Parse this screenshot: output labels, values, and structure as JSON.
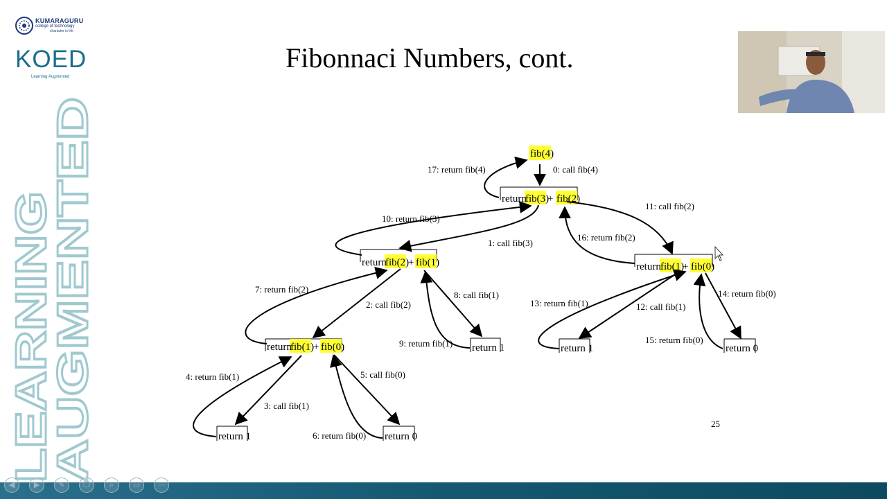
{
  "branding": {
    "org_name": "KUMARAGURU",
    "org_sub": "college of technology",
    "org_tagline": "character is life",
    "program_logo": "KOED",
    "program_tagline": "Learning Augmented",
    "vertical_text_1": "LEARNING",
    "vertical_text_2": "AUGMENTED",
    "accent_color": "#1b6e8c"
  },
  "slide": {
    "title": "Fibonnaci Numbers, cont.",
    "page_number": "25"
  },
  "diagram": {
    "highlight_color": "#ffff33",
    "nodes": {
      "root": "fib(4)",
      "n_root_ret": "return",
      "n_root_a": "fib(3)",
      "n_root_plus": "+",
      "n_root_b": "fib(2)",
      "n_l_ret": "return",
      "n_l_a": "fib(2)",
      "n_l_plus": "+",
      "n_l_b": "fib(1)",
      "n_r_ret": "return",
      "n_r_a": "fib(1)",
      "n_r_plus": "+",
      "n_r_b": "fib(0)",
      "n_ll_ret": "return",
      "n_ll_a": "fib(1)",
      "n_ll_plus": "+",
      "n_ll_b": "fib(0)",
      "leaf_lll": "return 1",
      "leaf_llr": "return 0",
      "leaf_lr": "return 1",
      "leaf_rl": "return 1",
      "leaf_rr": "return 0"
    },
    "edge_labels": {
      "e0": "0: call fib(4)",
      "e1": "1: call fib(3)",
      "e2": "2: call fib(2)",
      "e3": "3: call fib(1)",
      "e4": "4: return fib(1)",
      "e5": "5: call fib(0)",
      "e6": "6: return fib(0)",
      "e7": "7: return fib(2)",
      "e8": "8: call fib(1)",
      "e9": "9: return fib(1)",
      "e10": "10: return fib(3)",
      "e11": "11: call fib(2)",
      "e12": "12: call fib(1)",
      "e13": "13: return fib(1)",
      "e14": "14: return fib(0)",
      "e15": "15: return fib(0)",
      "e16": "16: return fib(2)",
      "e17": "17: return fib(4)"
    }
  },
  "controls": [
    {
      "name": "prev",
      "icon": "◀"
    },
    {
      "name": "next",
      "icon": "▶"
    },
    {
      "name": "pen",
      "icon": "✎"
    },
    {
      "name": "slides",
      "icon": "❐"
    },
    {
      "name": "zoom",
      "icon": "⌕"
    },
    {
      "name": "screen",
      "icon": "▭"
    },
    {
      "name": "more",
      "icon": "⋯"
    }
  ]
}
